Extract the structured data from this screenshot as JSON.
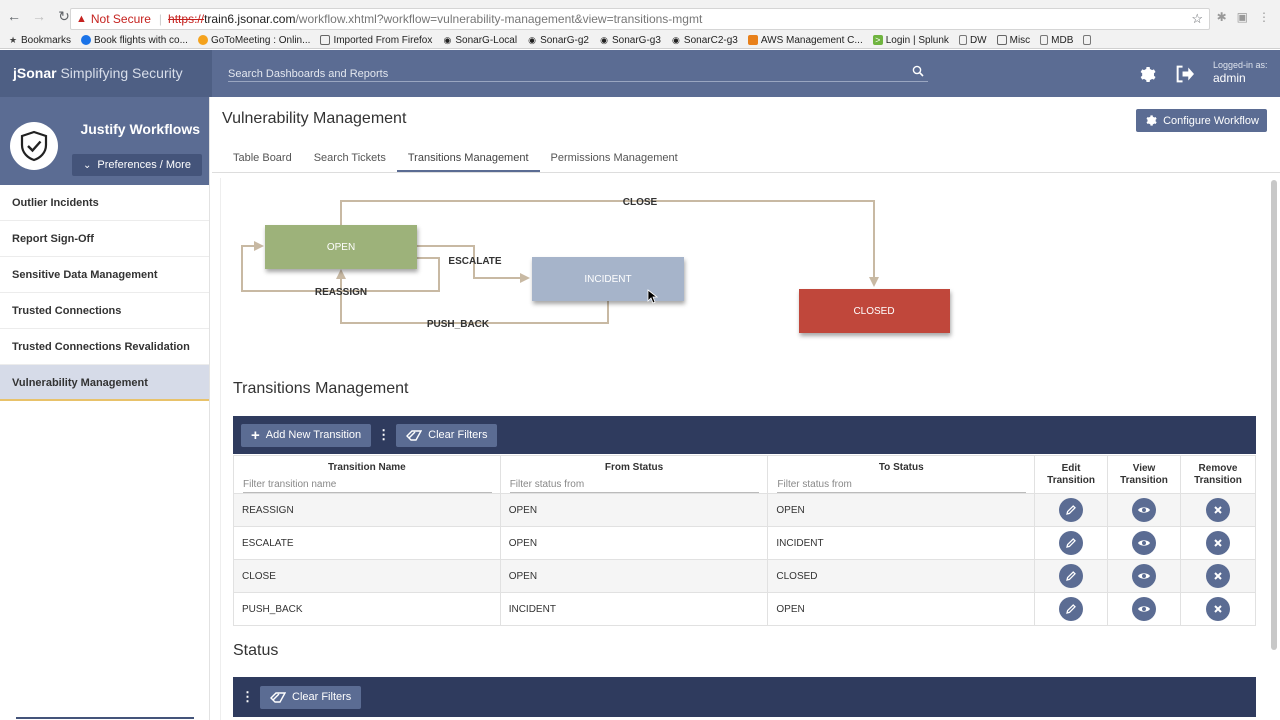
{
  "browser": {
    "not_secure": "Not Secure",
    "url_scheme": "https://",
    "url_host": "train6.jsonar.com",
    "url_path": "/workflow.xhtml?workflow=vulnerability-management&view=transitions-mgmt",
    "bookmarks": [
      "Bookmarks",
      "Book flights with co...",
      "GoToMeeting : Onlin...",
      "Imported From Firefox",
      "SonarG-Local",
      "SonarG-g2",
      "SonarG-g3",
      "SonarC2-g3",
      "AWS Management C...",
      "Login | Splunk",
      "DW",
      "Misc",
      "MDB"
    ]
  },
  "header": {
    "brand_bold": "jSonar",
    "brand_rest": " Simplifying Security",
    "search_placeholder": "Search Dashboards and Reports",
    "login_label": "Logged-in as:",
    "login_user": "admin"
  },
  "sidebar": {
    "title": "Justify Workflows",
    "pref_button": "Preferences / More",
    "items": [
      {
        "label": "Outlier Incidents"
      },
      {
        "label": "Report Sign-Off"
      },
      {
        "label": "Sensitive Data Management"
      },
      {
        "label": "Trusted Connections"
      },
      {
        "label": "Trusted Connections Revalidation"
      },
      {
        "label": "Vulnerability Management"
      }
    ]
  },
  "main": {
    "title": "Vulnerability Management",
    "configure_button": "Configure Workflow",
    "tabs": [
      {
        "label": "Table Board"
      },
      {
        "label": "Search Tickets"
      },
      {
        "label": "Transitions Management"
      },
      {
        "label": "Permissions Management"
      }
    ]
  },
  "diagram": {
    "states": {
      "open": {
        "label": "OPEN",
        "color": "#9db27a"
      },
      "incident": {
        "label": "INCIDENT",
        "color": "#a6b4ca"
      },
      "closed": {
        "label": "CLOSED",
        "color": "#c0473a"
      }
    },
    "transitions": {
      "close": "CLOSE",
      "escalate": "ESCALATE",
      "reassign": "REASSIGN",
      "push_back": "PUSH_BACK"
    }
  },
  "transitions_section": {
    "title": "Transitions Management",
    "add_button": "Add New Transition",
    "clear_button": "Clear Filters",
    "columns": {
      "name": "Transition Name",
      "from": "From Status",
      "to": "To Status",
      "edit_1": "Edit",
      "edit_2": "Transition",
      "view_1": "View",
      "view_2": "Transition",
      "remove_1": "Remove",
      "remove_2": "Transition"
    },
    "filters": {
      "name": "Filter transition name",
      "from": "Filter status from",
      "to": "Filter status from"
    },
    "rows": [
      {
        "name": "REASSIGN",
        "from": "OPEN",
        "to": "OPEN"
      },
      {
        "name": "ESCALATE",
        "from": "OPEN",
        "to": "INCIDENT"
      },
      {
        "name": "CLOSE",
        "from": "OPEN",
        "to": "CLOSED"
      },
      {
        "name": "PUSH_BACK",
        "from": "INCIDENT",
        "to": "OPEN"
      }
    ]
  },
  "status_section": {
    "title": "Status",
    "clear_button": "Clear Filters"
  },
  "colors": {
    "header": "#5b6c93",
    "toolbar": "#2f3b5e",
    "accent": "#e8c26a"
  }
}
